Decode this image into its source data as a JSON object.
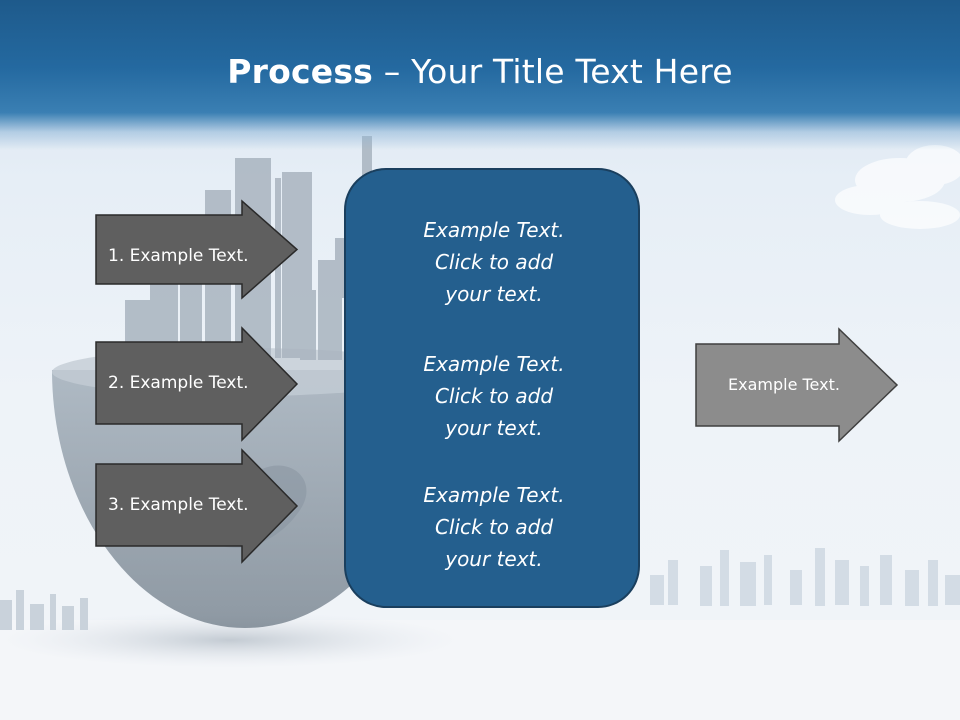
{
  "title": {
    "bold": "Process",
    "rest": " – Your Title Text Here"
  },
  "left_arrows": [
    {
      "label": "1. Example Text."
    },
    {
      "label": "2. Example Text."
    },
    {
      "label": "3. Example Text."
    }
  ],
  "center_panel": {
    "blocks": [
      {
        "line1": "Example Text.",
        "line2": "Click  to add",
        "line3": "your text."
      },
      {
        "line1": "Example Text.",
        "line2": "Click  to add",
        "line3": "your text."
      },
      {
        "line1": "Example Text.",
        "line2": "Click  to add",
        "line3": "your text."
      }
    ]
  },
  "right_arrow": {
    "label": "Example Text."
  },
  "colors": {
    "header": "#2469a0",
    "panel": "#245f8e",
    "arrow_dark": "#5f5f5f",
    "arrow_light": "#8c8c8c"
  }
}
